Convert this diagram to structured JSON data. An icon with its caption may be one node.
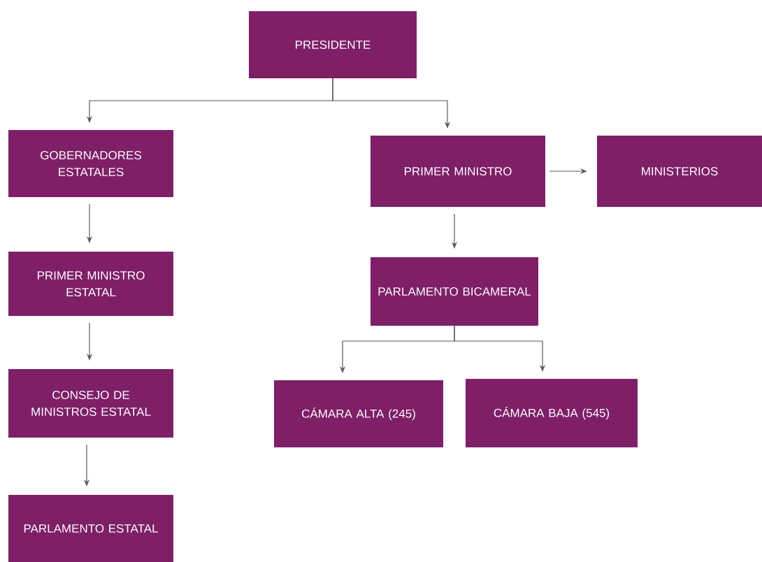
{
  "diagram": {
    "nodes": [
      {
        "text": [
          "PRESIDENTE"
        ]
      },
      {
        "text": [
          "GOBERNADORES ESTATALES"
        ]
      },
      {
        "text": [
          "PRIMER MINISTRO"
        ]
      },
      {
        "text": [
          "MINISTERIOS"
        ]
      },
      {
        "text": [
          "PRIMER MINISTRO ESTATAL"
        ]
      },
      {
        "text": [
          "PARLAMENTO BICAMERAL"
        ]
      },
      {
        "text": [
          "CONSEJO DE MINISTROS ESTATAL"
        ]
      },
      {
        "text": [
          "CÁMARA ALTA (245)"
        ]
      },
      {
        "text": [
          "CÁMARA BAJA (545)"
        ]
      },
      {
        "text": [
          "PARLAMENTO ESTATAL"
        ]
      }
    ],
    "edges": [
      {
        "from": 0,
        "to": 1,
        "arrow": "to"
      },
      {
        "from": 0,
        "to": 2,
        "arrow": "to"
      },
      {
        "from": 1,
        "to": 4,
        "arrow": "to"
      },
      {
        "from": 4,
        "to": 6,
        "arrow": "to"
      },
      {
        "from": 6,
        "to": 9,
        "arrow": "to"
      },
      {
        "from": 2,
        "to": 3,
        "arrow": "to"
      },
      {
        "from": 2,
        "to": 5,
        "arrow": "to"
      },
      {
        "from": 5,
        "to": 7,
        "arrow": "to"
      },
      {
        "from": 5,
        "to": 8,
        "arrow": "to"
      }
    ]
  }
}
